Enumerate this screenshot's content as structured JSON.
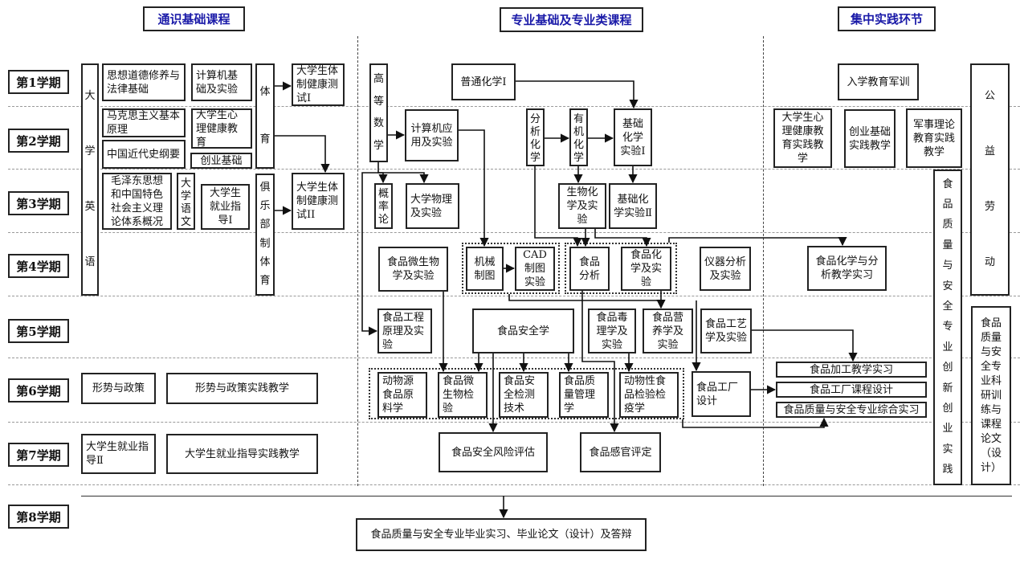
{
  "headers": {
    "general": "通识基础课程",
    "major": "专业基础及专业类课程",
    "practice": "集中实践环节"
  },
  "semesters": [
    "第1学期",
    "第2学期",
    "第3学期",
    "第4学期",
    "第5学期",
    "第6学期",
    "第7学期",
    "第8学期"
  ],
  "general": {
    "english": "大学英语",
    "pe": "体育",
    "club_pe": "俱乐部制体育",
    "moral_law": "思想道德修养与法律基础",
    "computer_basic": "计算机基础及实验",
    "fitness_test_1": "大学生体制健康测试I",
    "marxism": "马克思主义基本原理",
    "psych_health": "大学生心理健康教育",
    "modern_history": "中国近代史纲要",
    "entrepreneurship": "创业基础",
    "mao_theory": "毛泽东思想和中国特色社会主义理论体系概况",
    "chinese": "大学语文",
    "career_1": "大学生就业指导I",
    "fitness_test_2": "大学生体制健康测试II",
    "policy": "形势与政策",
    "policy_practice": "形势与政策实践教学",
    "career_2": "大学生就业指导Ⅱ",
    "career_practice": "大学生就业指导实践教学"
  },
  "major": {
    "adv_math": "高等数学",
    "gen_chem": "普通化学I",
    "comp_app": "计算机应用及实验",
    "anal_chem": "分析化学",
    "org_chem": "有机化学",
    "basic_chem_lab_1": "基础化学实验Ⅰ",
    "probability": "概率论",
    "physics": "大学物理及实验",
    "biochem": "生物化学及实验",
    "basic_chem_lab_2": "基础化学实验Ⅱ",
    "food_micro": "食品微生物学及实验",
    "mech_drawing": "机械制图",
    "cad": "CAD制图实验",
    "food_analysis": "食品分析",
    "food_chem": "食品化学及实验",
    "instrument": "仪器分析及实验",
    "food_eng": "食品工程原理及实验",
    "food_safety": "食品安全学",
    "toxicology": "食品毒理学及实验",
    "nutrition": "食品营养学及实验",
    "food_tech": "食品工艺学及实验",
    "animal_raw": "动物源食品原料学",
    "micro_test": "食品微生物检验",
    "safety_detect": "食品安全检测技术",
    "quality_mgmt": "食品质量管理学",
    "animal_quarantine": "动物性食品检验检疫学",
    "factory_design": "食品工厂设计",
    "risk_assess": "食品安全风险评估",
    "sensory": "食品感官评定"
  },
  "practice": {
    "military": "入学教育军训",
    "psych_practice": "大学生心理健康教育实践教学",
    "entre_practice": "创业基础实践教学",
    "military_theory": "军事理论教育实践教学",
    "food_chem_intern": "食品化学与分析教学实习",
    "processing_intern": "食品加工教学实习",
    "factory_course": "食品工厂课程设计",
    "comprehensive_intern": "食品质量与安全专业综合实习",
    "public_labor": "公益劳动",
    "innovation": "食品质量与安全专业创新创业实践",
    "research_training": "食品质量与安全专业科研训练与课程论文（设计）"
  },
  "final": "食品质量与安全专业毕业实习、毕业论文（设计）及答辩"
}
